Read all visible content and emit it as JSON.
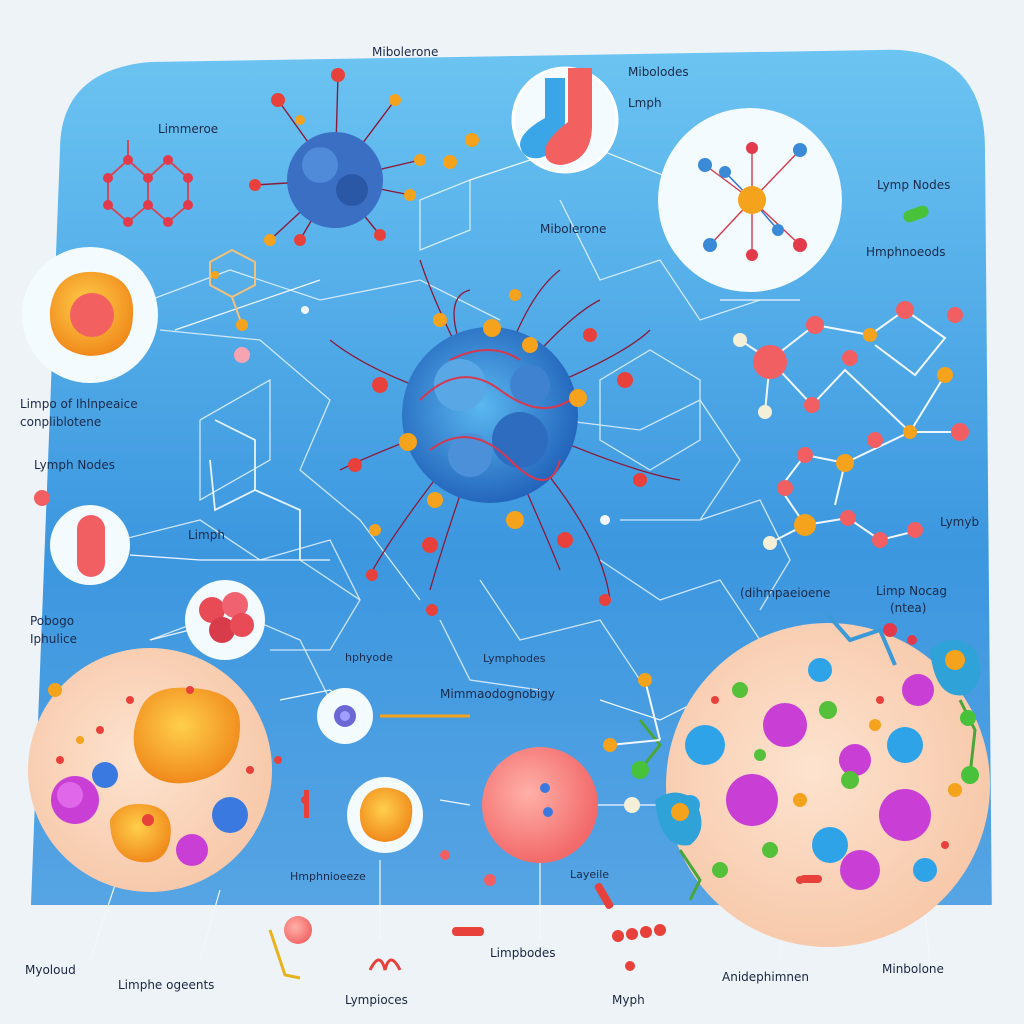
{
  "labels": {
    "mibolerone_top": "Mibolerone",
    "mibolodes": "Mibolodes",
    "lmph": "Lmph",
    "limmeroe": "Limmeroe",
    "mibolerone_mid": "Mibolerone",
    "lymp_nodes_right": "Lymp Nodes",
    "hmphnoeods": "Hmphnoeods",
    "limpo_line1": "Limpo of Ihlnpeaice",
    "limpo_line2": "conpliblotene",
    "lymph_nodes_left": "Lymph Nodes",
    "limph": "Limph",
    "lymyb": "Lymyb",
    "dihmpaeioene": "(dihmpaeioene",
    "limp_nocag_line1": "Limp Nocag",
    "limp_nocag_line2": "(ntea)",
    "pobogo_line1": "Pobogo",
    "pobogo_line2": "Iphulice",
    "hphyode": "hphyode",
    "lymphodes": "Lymphodes",
    "mimmaodognobigy": "Mimmaodognobigy",
    "hmphnioeeze": "Hmphnioeeze",
    "layeile": "Layeile",
    "myoloud": "Myoloud",
    "limphe_ogeents": "Limphe ogeents",
    "lympioces": "Lympioces",
    "limpbodes": "Limpbodes",
    "myph": "Myph",
    "anidephimnen": "Anidephimnen",
    "minbolone": "Minbolone"
  }
}
